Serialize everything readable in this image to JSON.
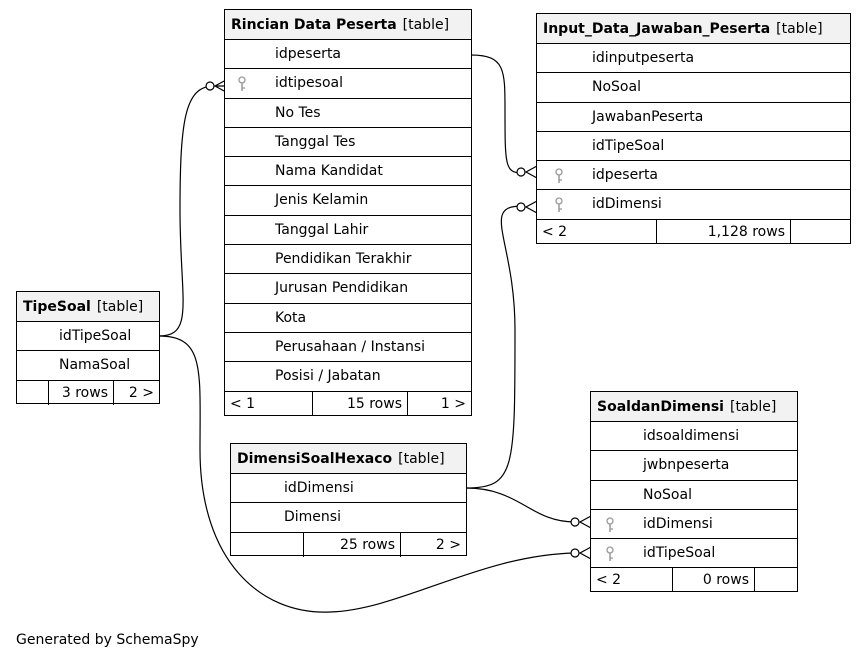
{
  "tables": {
    "rincian": {
      "name": "Rincian Data Peserta",
      "tag": "[table]",
      "columns": [
        "idpeserta",
        "idtipesoal",
        "No Tes",
        "Tanggal Tes",
        "Nama Kandidat",
        "Jenis Kelamin",
        "Tanggal Lahir",
        "Pendidikan Terakhir",
        "Jurusan Pendidikan",
        "Kota",
        "Perusahaan / Instansi",
        "Posisi / Jabatan"
      ],
      "footer": [
        "< 1",
        "15 rows",
        "1 >"
      ]
    },
    "input": {
      "name": "Input_Data_Jawaban_Peserta",
      "tag": "[table]",
      "columns": [
        "idinputpeserta",
        "NoSoal",
        "JawabanPeserta",
        "idTipeSoal",
        "idpeserta",
        "idDimensi"
      ],
      "footer": [
        "< 2",
        "1,128 rows",
        ""
      ]
    },
    "tipesoal": {
      "name": "TipeSoal",
      "tag": "[table]",
      "columns": [
        "idTipeSoal",
        "NamaSoal"
      ],
      "footer": [
        "",
        "3 rows",
        "2 >"
      ]
    },
    "dimensi": {
      "name": "DimensiSoalHexaco",
      "tag": "[table]",
      "columns": [
        "idDimensi",
        "Dimensi"
      ],
      "footer": [
        "",
        "25 rows",
        "2 >"
      ]
    },
    "soal": {
      "name": "SoaldanDimensi",
      "tag": "[table]",
      "columns": [
        "idsoaldimensi",
        "jwbnpeserta",
        "NoSoal",
        "idDimensi",
        "idTipeSoal"
      ],
      "footer": [
        "< 2",
        "0 rows",
        ""
      ]
    }
  },
  "generated_by": "Generated by SchemaSpy"
}
